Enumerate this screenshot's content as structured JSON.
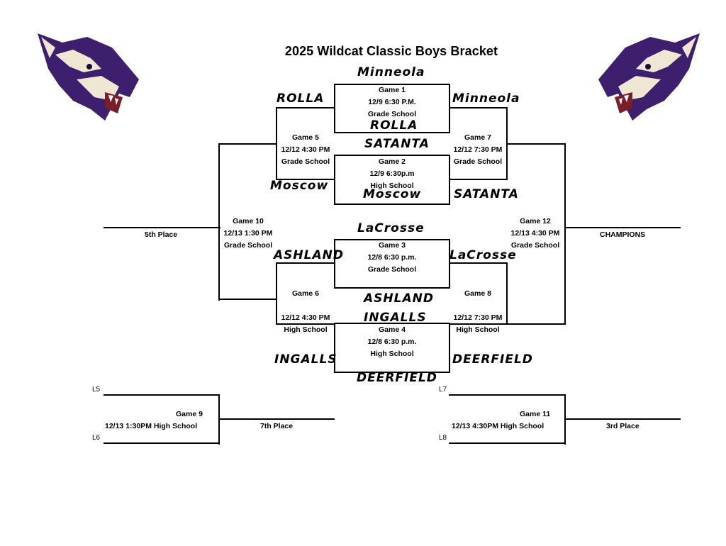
{
  "title": "2025 Wildcat Classic Boys Bracket",
  "colors": {
    "logo_purple": "#3d1f6e",
    "logo_cream": "#efe6d4",
    "line": "#000000"
  },
  "logos": {
    "left": "wildcat-logo-icon",
    "right": "wildcat-logo-icon"
  },
  "games": {
    "g1": {
      "name": "Game 1",
      "time": "12/9 6:30 P.M.",
      "level": "Grade School"
    },
    "g2": {
      "name": "Game 2",
      "time": "12/9 6:30p.m",
      "level": "High School"
    },
    "g3": {
      "name": "Game 3",
      "time": "12/8 6:30 p.m.",
      "level": "Grade School"
    },
    "g4": {
      "name": "Game 4",
      "time": "12/8 6:30 p.m.",
      "level": "High School"
    },
    "g5": {
      "name": "Game 5",
      "time": "12/12 4:30 PM",
      "level": "Grade School"
    },
    "g6": {
      "name": "Game 6",
      "time": "12/12 4:30 PM",
      "level": "High School"
    },
    "g7": {
      "name": "Game 7",
      "time": "12/12 7:30 PM",
      "level": "Grade School"
    },
    "g8": {
      "name": "Game 8",
      "time": "12/12 7:30 PM",
      "level": "High School"
    },
    "g9": {
      "name": "Game 9",
      "time": "12/13 1:30PM High School"
    },
    "g10": {
      "name": "Game 10",
      "time": "12/13 1:30 PM",
      "level": "Grade School"
    },
    "g11": {
      "name": "Game 11",
      "time": "12/13 4:30PM High School"
    },
    "g12": {
      "name": "Game 12",
      "time": "12/13 4:30 PM",
      "level": "Grade School"
    }
  },
  "teams": {
    "g1_top": "Minneola",
    "g1_bottom": "ROLLA",
    "g2_top": "SATANTA",
    "g2_bottom": "Moscow",
    "g3_top": "LaCrosse",
    "g3_bottom": "ASHLAND",
    "g4_top": "INGALLS",
    "g4_bottom": "DEERFIELD",
    "g5_top": "ROLLA",
    "g5_bottom": "Moscow",
    "g6_top": "ASHLAND",
    "g6_bottom": "INGALLS",
    "g7_top": "Minneola",
    "g7_bottom": "SATANTA",
    "g8_top": "LaCrosse",
    "g8_bottom": "DEERFIELD"
  },
  "placements": {
    "fifth": "5th Place",
    "champions": "CHAMPIONS",
    "seventh": "7th Place",
    "third": "3rd Place"
  },
  "losers": {
    "l5": "L5",
    "l6": "L6",
    "l7": "L7",
    "l8": "L8"
  }
}
